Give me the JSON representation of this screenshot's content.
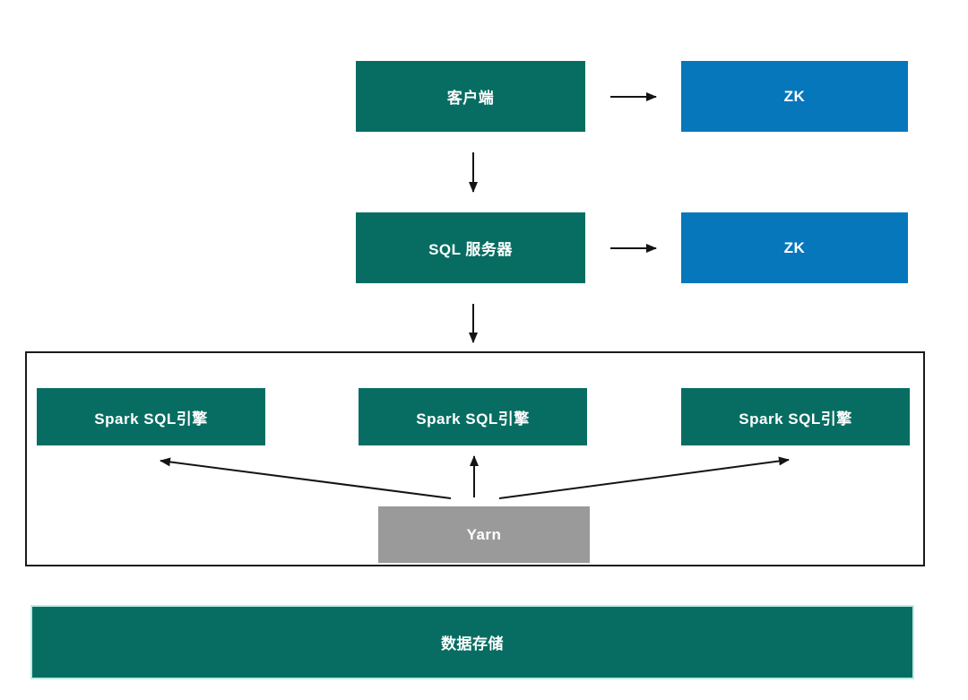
{
  "diagram": {
    "nodes": {
      "client": {
        "label": "客户端",
        "color": "#076d62"
      },
      "zk_top": {
        "label": "ZK",
        "color": "#0777bc"
      },
      "sql_server": {
        "label": "SQL 服务器",
        "color": "#076d62"
      },
      "zk_middle": {
        "label": "ZK",
        "color": "#0777bc"
      },
      "spark_engine_1": {
        "label": "Spark SQL引擎",
        "color": "#076d62"
      },
      "spark_engine_2": {
        "label": "Spark SQL引擎",
        "color": "#076d62"
      },
      "spark_engine_3": {
        "label": "Spark SQL引擎",
        "color": "#076d62"
      },
      "yarn": {
        "label": "Yarn",
        "color": "#9a9a9a"
      },
      "data_storage": {
        "label": "数据存储",
        "color": "#076d62"
      }
    },
    "edges": [
      {
        "from": "client",
        "to": "zk_top"
      },
      {
        "from": "client",
        "to": "sql_server"
      },
      {
        "from": "sql_server",
        "to": "zk_middle"
      },
      {
        "from": "sql_server",
        "to": "engine_cluster"
      },
      {
        "from": "yarn",
        "to": "spark_engine_1"
      },
      {
        "from": "yarn",
        "to": "spark_engine_2"
      },
      {
        "from": "yarn",
        "to": "spark_engine_3"
      }
    ],
    "colors": {
      "engine_teal": "#076d62",
      "zookeeper_blue": "#0777bc",
      "yarn_gray": "#9a9a9a",
      "arrow_black": "#141414",
      "cluster_border": "#1a1a1a",
      "storage_outline": "#bdebe6"
    }
  }
}
